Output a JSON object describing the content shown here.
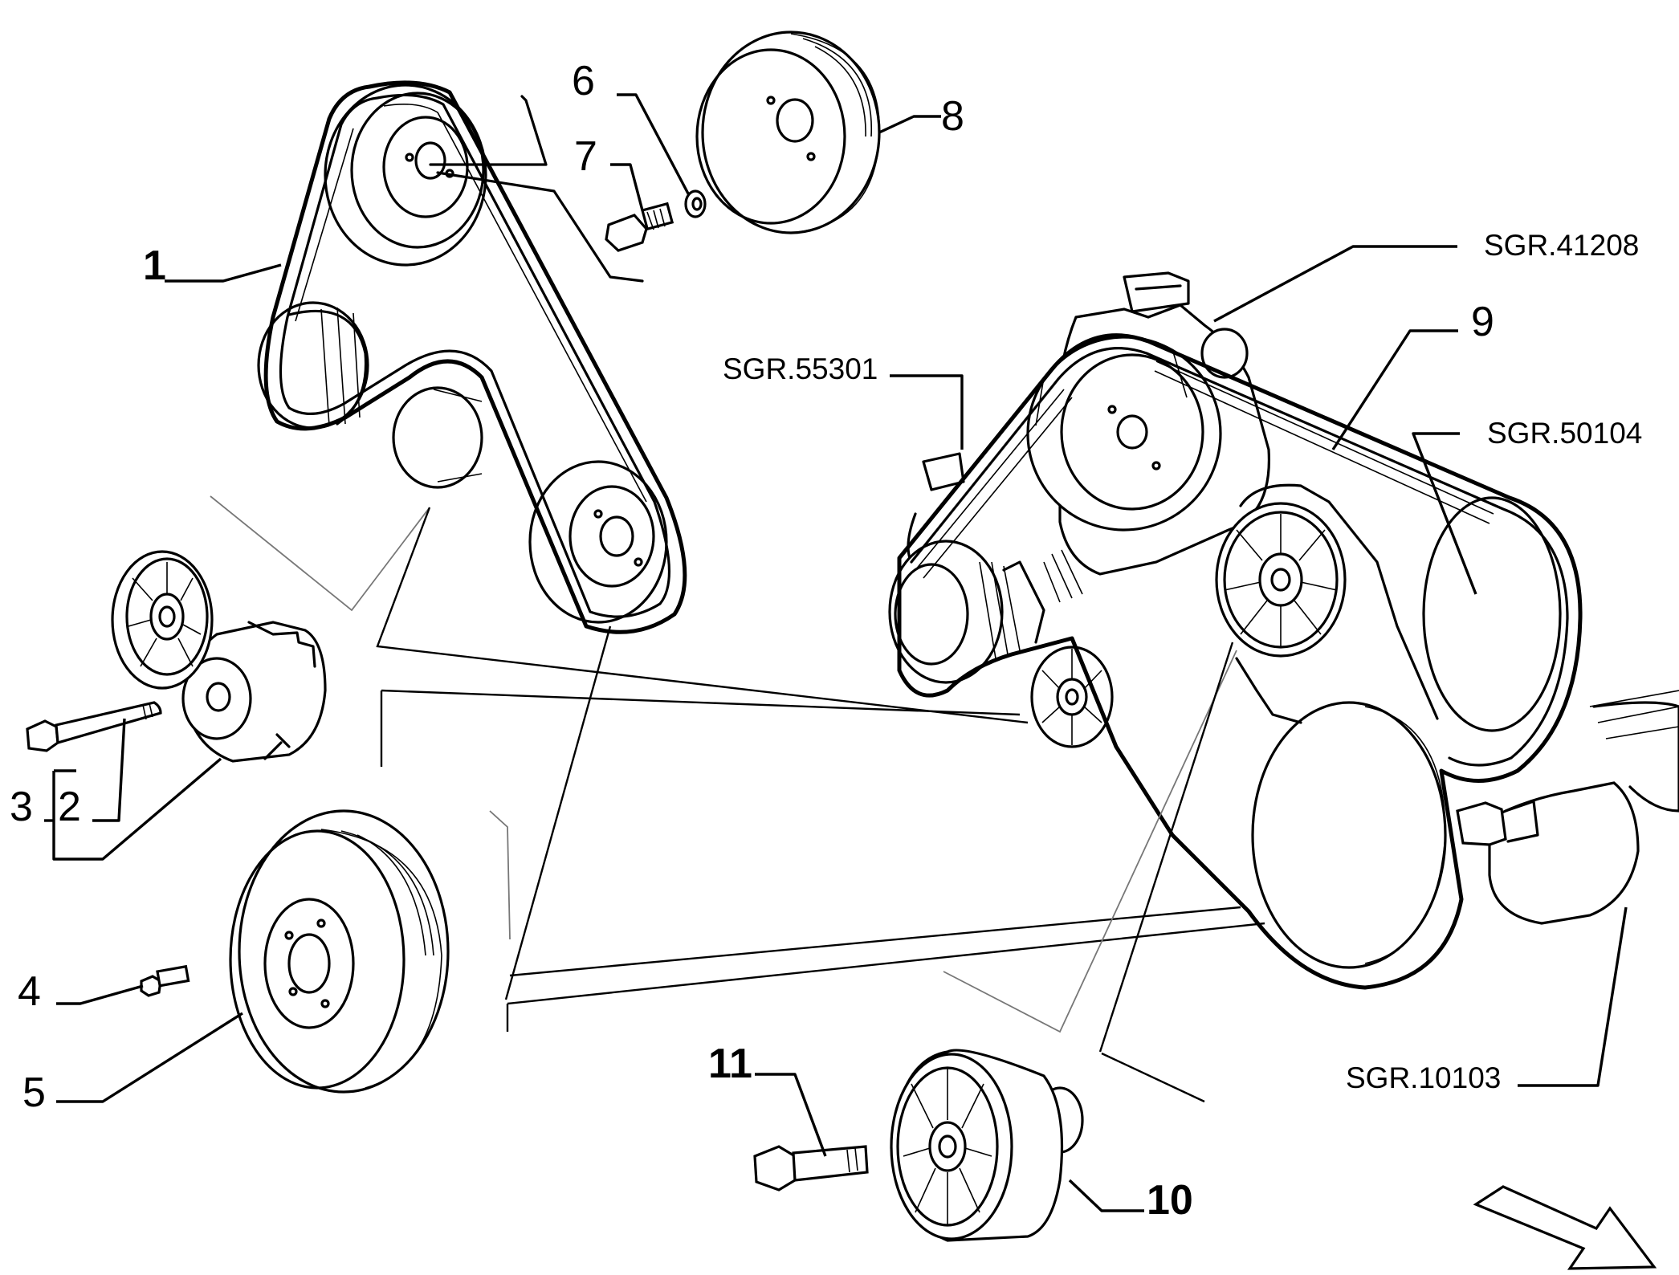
{
  "labels": {
    "p1": "1",
    "p2": "2",
    "p3": "3",
    "p4": "4",
    "p5": "5",
    "p6": "6",
    "p7": "7",
    "p8": "8",
    "p9": "9",
    "p10": "10",
    "p11": "11",
    "sgr_41208": "SGR.41208",
    "sgr_55301": "SGR.55301",
    "sgr_50104": "SGR.50104",
    "sgr_10103": "SGR.10103"
  }
}
